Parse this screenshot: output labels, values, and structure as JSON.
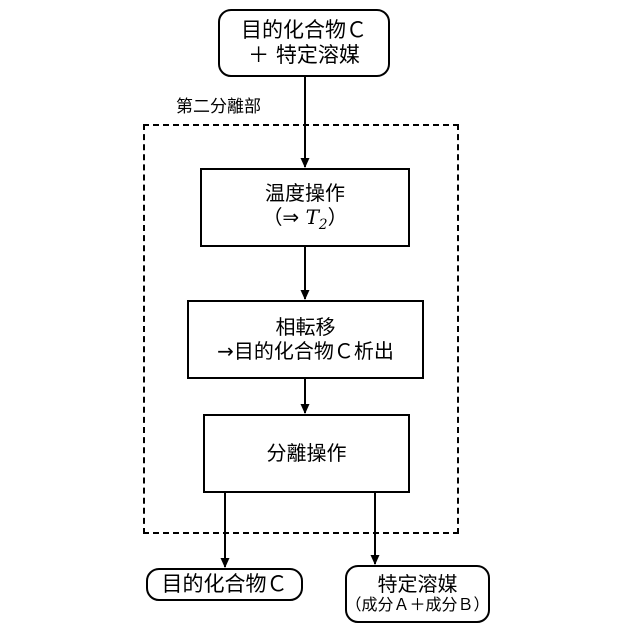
{
  "diagram": {
    "type": "flowchart",
    "title_label": "第二分離部",
    "nodes": [
      {
        "id": "input",
        "shape": "rounded-rect",
        "line1": "目的化合物Ｃ",
        "line2": "＋ 特定溶媒"
      },
      {
        "id": "temperature-operation",
        "shape": "rect",
        "line1": "温度操作",
        "line2_prefix": "（⇒ ",
        "line2_symbol": "T",
        "line2_subscript": "2",
        "line2_suffix": "）"
      },
      {
        "id": "phase-transition",
        "shape": "rect",
        "line1": "相転移",
        "line2": "→目的化合物Ｃ析出"
      },
      {
        "id": "separation-operation",
        "shape": "rect",
        "line1": "分離操作"
      },
      {
        "id": "output-compound",
        "shape": "rounded-rect",
        "line1": "目的化合物Ｃ"
      },
      {
        "id": "output-solvent",
        "shape": "rounded-rect",
        "line1": "特定溶媒",
        "line2": "（成分Ａ＋成分Ｂ）"
      }
    ],
    "edges": [
      {
        "from": "input",
        "to": "temperature-operation"
      },
      {
        "from": "temperature-operation",
        "to": "phase-transition"
      },
      {
        "from": "phase-transition",
        "to": "separation-operation"
      },
      {
        "from": "separation-operation",
        "to": "output-compound"
      },
      {
        "from": "separation-operation",
        "to": "output-solvent"
      }
    ],
    "colors": {
      "stroke": "#000000",
      "fill": "#ffffff",
      "text": "#000000"
    }
  }
}
